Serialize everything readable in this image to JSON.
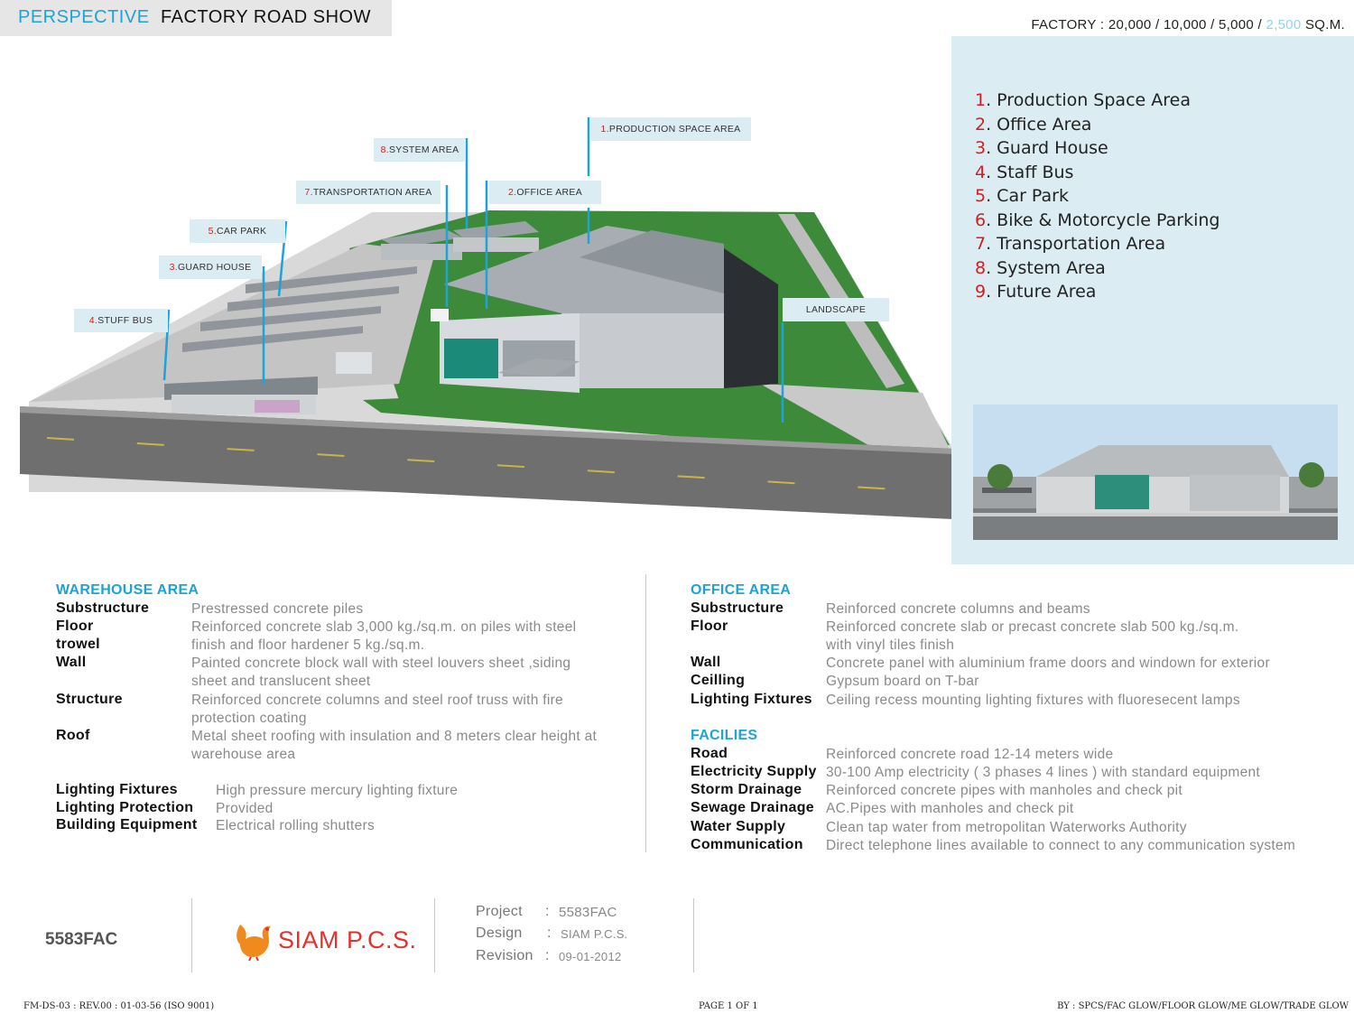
{
  "header": {
    "title_accent": "PERSPECTIVE",
    "title_main": "FACTORY ROAD SHOW",
    "sizes_prefix": "FACTORY : 20,000 / 10,000 / 5,000 / ",
    "sizes_highlight": "2,500",
    "sizes_suffix": " SQ.M."
  },
  "legend": [
    {
      "num": "1",
      "label": ". Production Space Area"
    },
    {
      "num": "2",
      "label": ". Office Area"
    },
    {
      "num": "3",
      "label": ". Guard House"
    },
    {
      "num": "4",
      "label": ". Staff Bus"
    },
    {
      "num": "5",
      "label": ". Car Park"
    },
    {
      "num": "6",
      "label": ". Bike & Motorcycle Parking"
    },
    {
      "num": "7",
      "label": ". Transportation Area"
    },
    {
      "num": "8",
      "label": ". System  Area"
    },
    {
      "num": "9",
      "label": ". Future  Area"
    }
  ],
  "callouts": {
    "production": {
      "num": "1.",
      "label": "PRODUCTION SPACE AREA"
    },
    "system": {
      "num": "8.",
      "label": "SYSTEM AREA"
    },
    "transport": {
      "num": "7.",
      "label": "TRANSPORTATION AREA"
    },
    "office": {
      "num": "2.",
      "label": "OFFICE  AREA"
    },
    "carpark": {
      "num": "5.",
      "label": "CAR PARK"
    },
    "guard": {
      "num": "3.",
      "label": "GUARD HOUSE"
    },
    "bus": {
      "num": "4.",
      "label": "STUFF BUS"
    },
    "landscape": {
      "num": "",
      "label": "LANDSCAPE"
    }
  },
  "colors": {
    "accent": "#1fa2d6",
    "number_red": "#d21f1f",
    "panel": "#dcecf3",
    "grass": "#3d8a3a",
    "logo_red": "#e4322b",
    "logo_orange": "#f08a1c"
  },
  "warehouse": {
    "title": "WAREHOUSE   AREA",
    "rows": [
      {
        "k": "Substructure",
        "v": "Prestressed  concrete piles"
      },
      {
        "k": "Floor",
        "v": "Reinforced concrete slab 3,000 kg./sq.m. on piles with steel"
      },
      {
        "k": "trowel",
        "v": "finish and floor hardener 5 kg./sq.m."
      },
      {
        "k": "Wall",
        "v": "Painted concrete block wall with steel louvers sheet ,siding"
      },
      {
        "k": "",
        "v": "sheet and translucent sheet"
      },
      {
        "k": "Structure",
        "v": "Reinforced concrete columns and steel roof truss with fire"
      },
      {
        "k": "",
        "v": "protection coating"
      },
      {
        "k": "Roof",
        "v": "Metal sheet roofing with insulation and 8 meters clear height at"
      },
      {
        "k": "",
        "v": "warehouse area"
      }
    ],
    "rows2": [
      {
        "k": "Lighting Fixtures",
        "v": "High pressure mercury lighting fixture"
      },
      {
        "k": "Lighting Protection",
        "v": "Provided"
      },
      {
        "k": "Building Equipment",
        "v": "Electrical rolling shutters"
      }
    ]
  },
  "office": {
    "title": "OFFICE  AREA",
    "rows": [
      {
        "k": "Substructure",
        "v": "Reinforced concrete columns and beams"
      },
      {
        "k": "Floor",
        "v": "Reinforced concrete slab or precast concrete slab 500 kg./sq.m."
      },
      {
        "k": "",
        "v": "with vinyl tiles finish"
      },
      {
        "k": "Wall",
        "v": "Concrete panel with aluminium frame doors and windown for exterior"
      },
      {
        "k": "Ceilling",
        "v": "Gypsum board on T-bar"
      },
      {
        "k": "Lighting Fixtures",
        "v": "Ceiling recess mounting lighting fixtures with fluoresecent lamps"
      }
    ]
  },
  "facilities": {
    "title": "FACILIES",
    "rows": [
      {
        "k": "Road",
        "v": "Reinforced concrete road 12-14 meters wide"
      },
      {
        "k": "Electricity Supply",
        "v": "30-100 Amp electricity ( 3 phases 4 lines ) with standard equipment"
      },
      {
        "k": "Storm Drainage",
        "v": "Reinforced concrete pipes with manholes and check pit"
      },
      {
        "k": "Sewage Drainage",
        "v": "AC.Pipes with manholes and check pit"
      },
      {
        "k": "Water Supply",
        "v": "Clean tap water from metropolitan Waterworks Authority"
      },
      {
        "k": "Communication",
        "v": "Direct telephone lines available to connect to any communication system"
      }
    ]
  },
  "footer": {
    "code": "5583FAC",
    "logo_text": "SIAM P.C.S.",
    "project_label": "Project",
    "project_value": "5583FAC",
    "design_label": "Design",
    "design_value": "SIAM P.C.S.",
    "revision_label": "Revision",
    "revision_value": "09-01-2012",
    "colon": ":",
    "form_code": "FM-DS-03 : REV.00 : 01-03-56 (ISO 9001)",
    "page": "PAGE  1  OF  1",
    "by": "BY : SPCS/FAC GLOW/FLOOR GLOW/ME GLOW/TRADE GLOW"
  }
}
